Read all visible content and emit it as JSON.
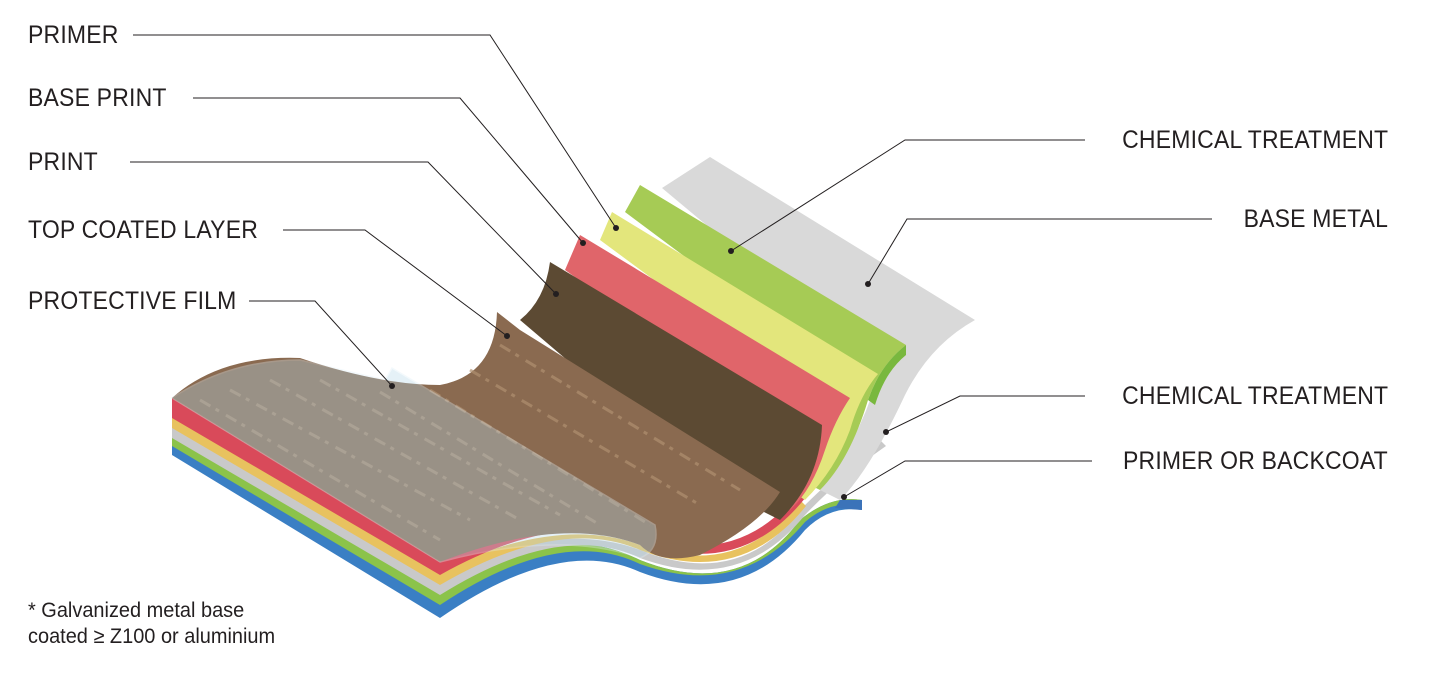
{
  "labels_left": [
    {
      "id": "primer",
      "text": "PRIMER"
    },
    {
      "id": "base-print",
      "text": "BASE PRINT"
    },
    {
      "id": "print",
      "text": "PRINT"
    },
    {
      "id": "top-coated-layer",
      "text": "TOP COATED LAYER"
    },
    {
      "id": "protective-film",
      "text": "PROTECTIVE FILM"
    }
  ],
  "labels_right": [
    {
      "id": "chemical-treatment-top",
      "text": "CHEMICAL TREATMENT"
    },
    {
      "id": "base-metal",
      "text": "BASE METAL"
    },
    {
      "id": "chemical-treatment-bottom",
      "text": "CHEMICAL TREATMENT"
    },
    {
      "id": "primer-or-backcoat",
      "text": "PRIMER OR BACKCOAT"
    }
  ],
  "footnote": {
    "line1": "* Galvanized metal base",
    "line2": "coated ≥ Z100 or aluminium"
  },
  "colors": {
    "base_metal": "#d9d9d9",
    "chemical": "#a6cb55",
    "primer": "#e3e67c",
    "base_print": "#e0656a",
    "print": "#5c4a33",
    "top_coat": "#7a5a45",
    "film": "#b7d9ea",
    "backcoat": "#3b73b9",
    "text": "#231f20"
  }
}
